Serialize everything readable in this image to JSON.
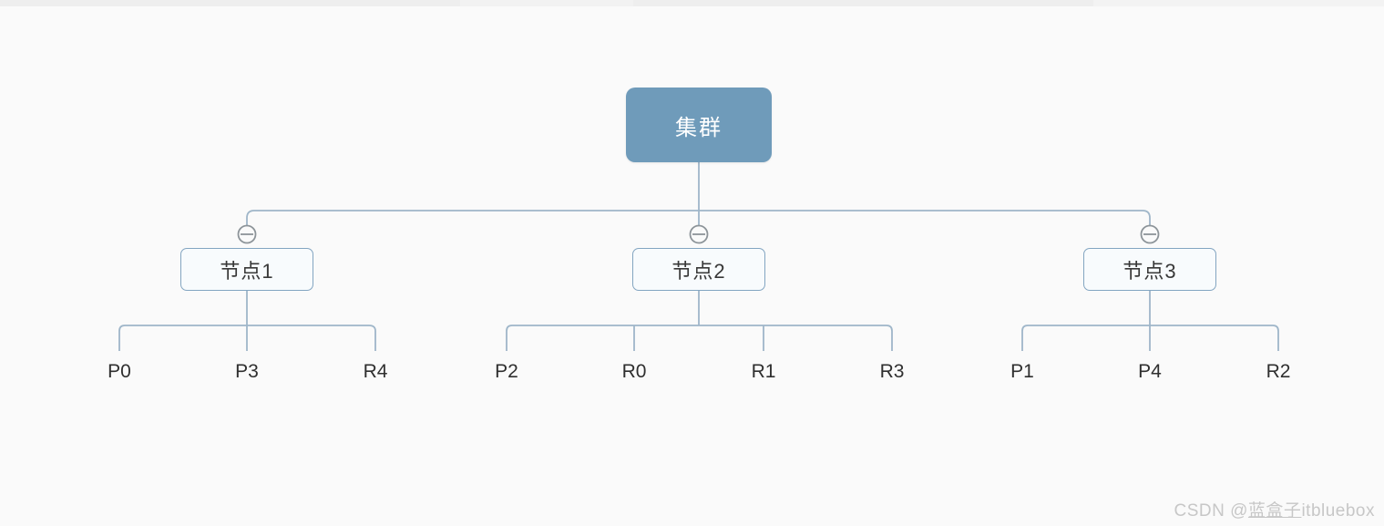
{
  "colors": {
    "background": "#fafafa",
    "root_fill": "#6f9bba",
    "root_text": "#ffffff",
    "node_fill": "#f8fbfd",
    "node_border": "#83a5c1",
    "connector_line": "#9fb6c9",
    "collapse_icon": "#8d9499",
    "leaf_text": "#2f2f2f",
    "watermark_text": "#c7c7c7"
  },
  "tree": {
    "root": {
      "label": "集群"
    },
    "nodes": [
      {
        "label": "节点1",
        "leaves": [
          "P0",
          "P3",
          "R4"
        ]
      },
      {
        "label": "节点2",
        "leaves": [
          "P2",
          "R0",
          "R1",
          "R3"
        ]
      },
      {
        "label": "节点3",
        "leaves": [
          "P1",
          "P4",
          "R2"
        ]
      }
    ]
  },
  "icons": {
    "collapse": "minus-circle-icon"
  },
  "watermark": {
    "prefix": "CSDN @",
    "handle": "蓝盒子",
    "suffix": "itbluebox"
  }
}
